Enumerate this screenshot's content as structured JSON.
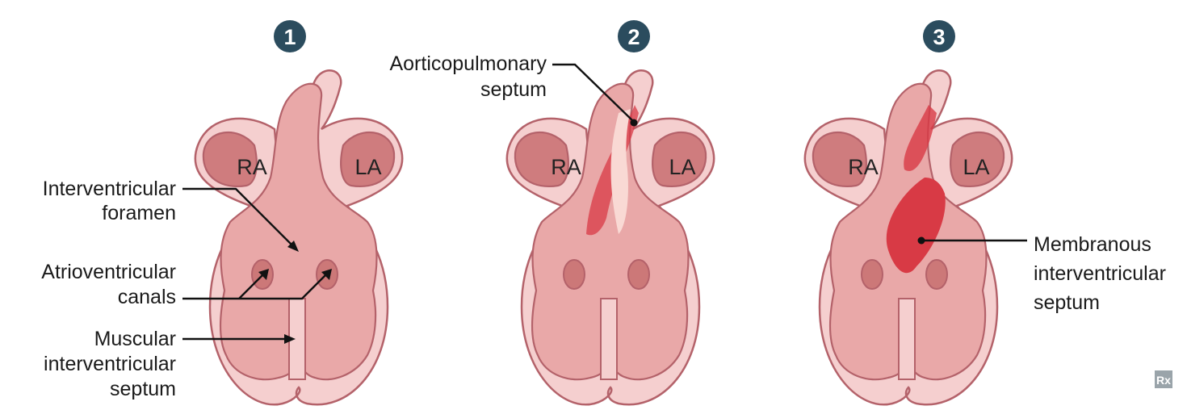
{
  "steps": [
    {
      "number": "1",
      "chambers": {
        "right_atrium": "RA",
        "left_atrium": "LA"
      }
    },
    {
      "number": "2",
      "chambers": {
        "right_atrium": "RA",
        "left_atrium": "LA"
      }
    },
    {
      "number": "3",
      "chambers": {
        "right_atrium": "RA",
        "left_atrium": "LA"
      }
    }
  ],
  "labels": {
    "interventricular_foramen": [
      "Interventricular",
      "foramen"
    ],
    "atrioventricular_canals": [
      "Atrioventricular",
      "canals"
    ],
    "muscular_septum": [
      "Muscular",
      "interventricular",
      "septum"
    ],
    "aorticopulmonary_septum": [
      "Aorticopulmonary",
      "septum"
    ],
    "membranous_septum": [
      "Membranous",
      "interventricular",
      "septum"
    ]
  },
  "logo_text": "Rx",
  "colors": {
    "badge": "#2b4c5e",
    "outer_wall": "#f5cfcf",
    "outline": "#b4626a",
    "atrium_fill": "#cf7c7e",
    "ventricle_fill": "#e9a8a8",
    "canal_fill": "#cc7878",
    "septum_light": "#f9d9d4",
    "septum_red": "#d83a45"
  }
}
